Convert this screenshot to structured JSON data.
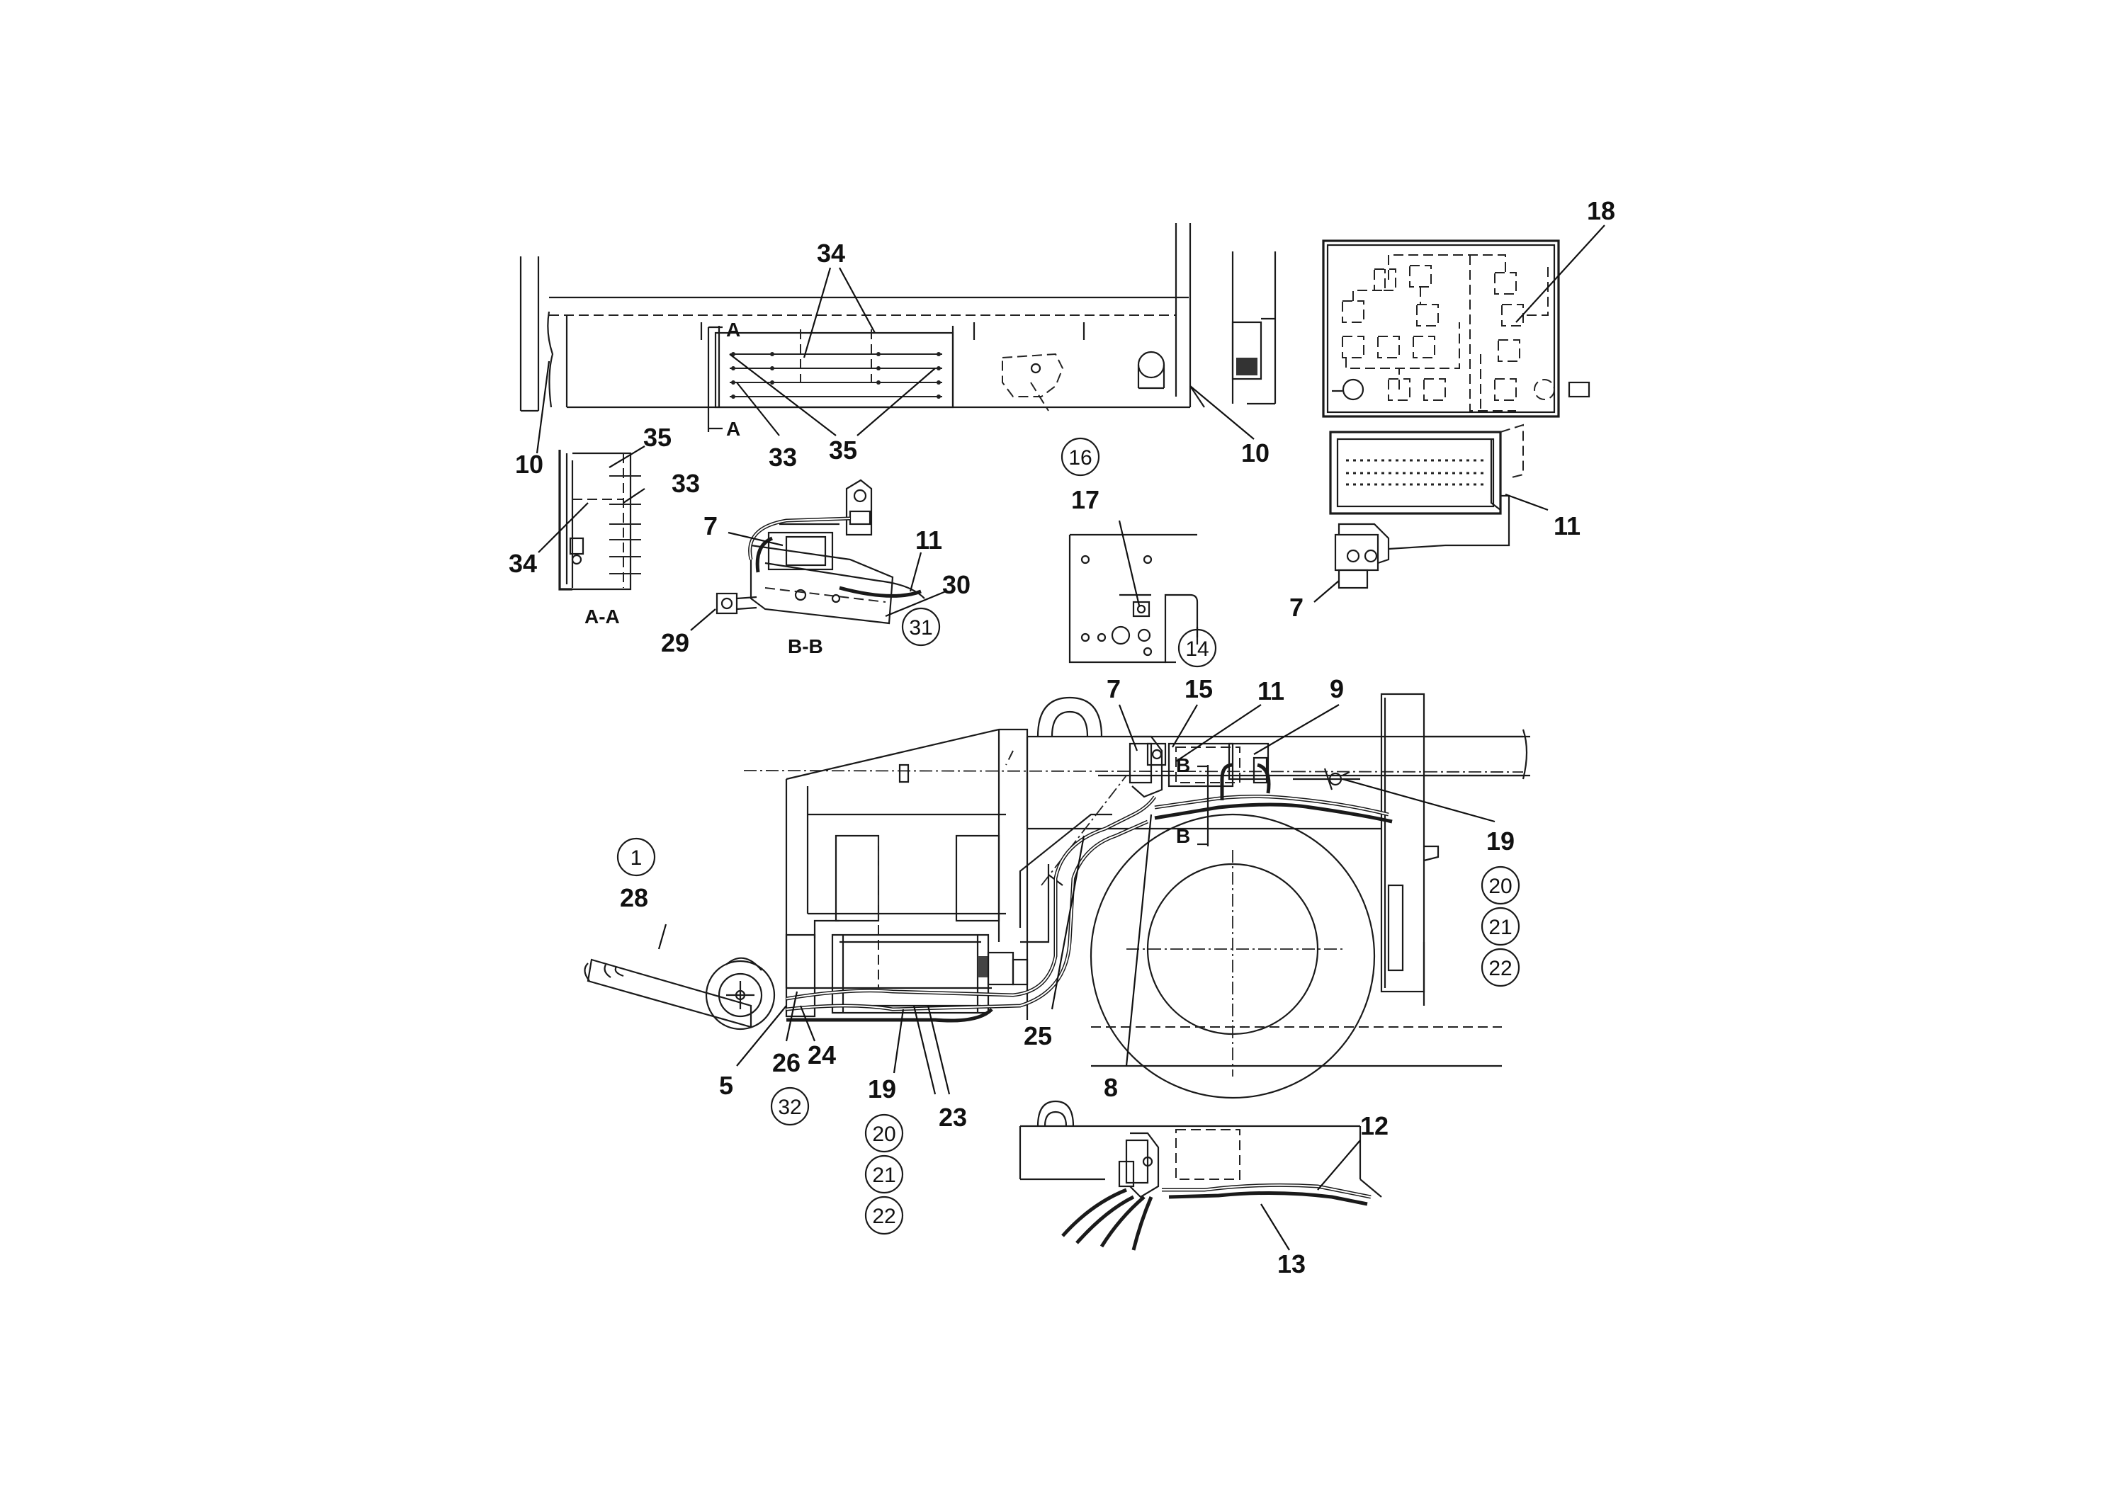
{
  "labels": {
    "l34_top": "34",
    "l10_left": "10",
    "l33_top": "33",
    "l35_top": "35",
    "l10_right": "10",
    "secA_top": "A",
    "secA_bot": "A",
    "aa_35": "35",
    "aa_33": "33",
    "aa_34": "34",
    "aa_title": "A-A",
    "bb_7": "7",
    "bb_11": "11",
    "bb_30": "30",
    "bb_29": "29",
    "bb_title": "B-B",
    "l17": "17",
    "l18": "18",
    "l11_panel": "11",
    "l7_panel": "7",
    "l7_main": "7",
    "l15": "15",
    "l11_main": "11",
    "l9": "9",
    "secB_top": "B",
    "secB_bot": "B",
    "l19_right": "19",
    "l28": "28",
    "l25": "25",
    "l8": "8",
    "l5": "5",
    "l26": "26",
    "l24": "24",
    "l19_bot": "19",
    "l23": "23",
    "l12": "12",
    "l13": "13"
  },
  "circled": {
    "c16": "16",
    "c31": "31",
    "c14": "14",
    "c1": "1",
    "c20_right": "20",
    "c21_right": "21",
    "c22_right": "22",
    "c32": "32",
    "c20_bot": "20",
    "c21_bot": "21",
    "c22_bot": "22"
  }
}
